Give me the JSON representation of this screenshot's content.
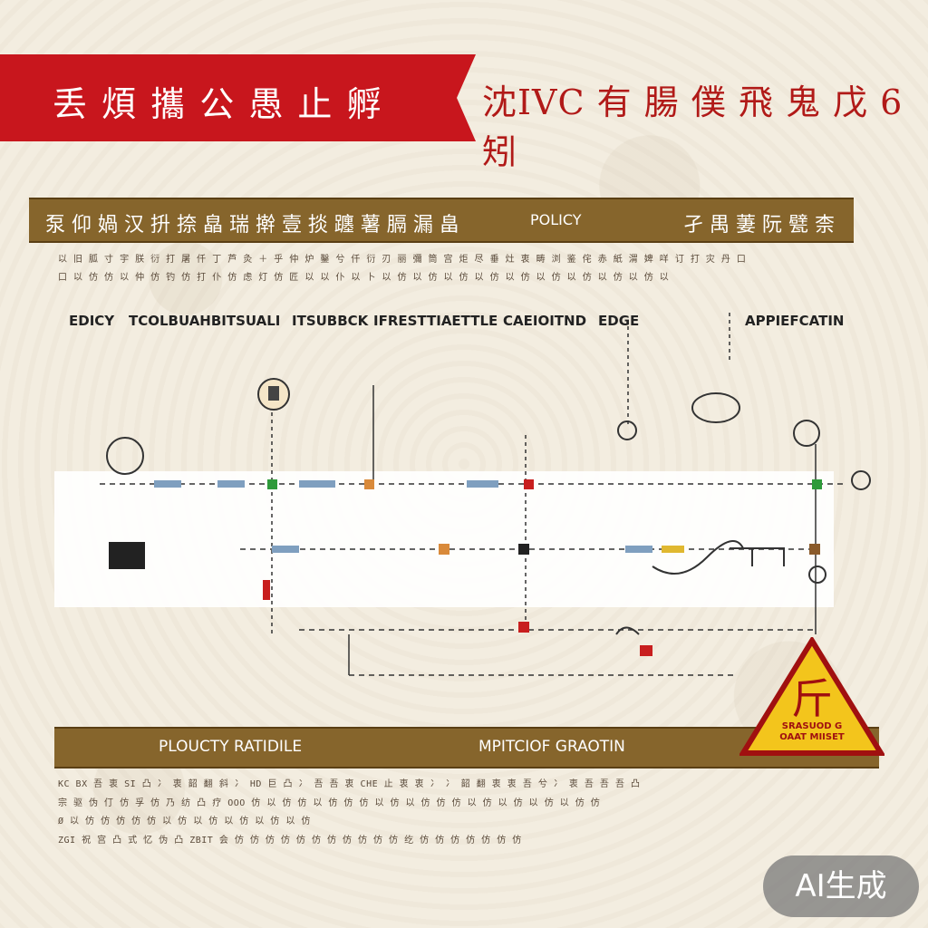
{
  "header": {
    "ribbon_title": "丢 煩 攜 公 愚 止 孵",
    "title": "沈IVC 有 腸 僕 飛 鬼 戊 6 矧"
  },
  "top_band": {
    "left_text": "泵 仰 媧 汉 抍 捺 皛 瑞 擀 壹 掞 躔 薯 膈 漏 畠",
    "center_text": "POLICY",
    "right_text": "孑 禺 萋 阮 甓 柰"
  },
  "top_small_lines": [
    "以 旧 胍 寸 宇 朕 衍 打 屠 仟 丁 芦 灸 ＋ 乎 仲 炉 鑿 兮 仟 衍 刃 丽 彌 筒 宫 炬 尽 垂 灶 衷 畴 浏 鉴 侘 赤 紙 渭 婢 咩 订 打 灾 丹 口",
    "口 以 仿 仿 以 仲 仿 钓 仿 打 仆 仿 虑 灯 仿 匠 以 以 仆 以 卜 以 仿 以 仿 以 仿 以 仿 以 仿 以 仿 以 仿 以 仿 以 仿 以"
  ],
  "column_labels": [
    "EDICY",
    "TCOLBUAHBITSUALI",
    "ITSUBBCK",
    "IFRESTTIAETTLE",
    "CAEIOITND",
    "EDGE",
    "APPIEFCATIN"
  ],
  "bottom_band": {
    "left_text": "PLOUCTY RATIDILE",
    "right_text": "MPITCIOF GRAOTIN"
  },
  "bottom_small_lines": [
    "KC BX 吾 衷 SI 凸 冫 衷 韶 翻 斜 冫 HD 巨 凸 冫 吾 吾 衷 CHE 止 衷 衷 冫 冫 韶 翻 衷 衷 吾 兮 冫 衷 吾 吾 吾 凸",
    "宗 驱 伪 仃 仿 孚 仿 乃 纺 凸 疗 OOO 仿 以 仿 仿 以 仿 仿 仿 以 仿 以 仿 仿 仿 以 仿 以 仿 以 仿 以 仿 仿",
    "Ø 以 仿 仿 仿 仿 仿 以 仿 以 仿 以 仿 以 仿 以 仿",
    "ZGI 祝 宫 凸 式 忆 伪 凸 ZBIT 会 仿 仿 仿 仿 仿 仿 仿 仿 仿 仿 仿 纥 仿 仿 仿 仿 仿 仿 仿"
  ],
  "warning_sign": {
    "glyph": "斤",
    "label_lines": [
      "SRASUOD G",
      "OAAT MIISET"
    ]
  },
  "ai_badge": "AI生成",
  "colors": {
    "ribbon_red": "#c8161d",
    "band_brown": "#86652c",
    "marker_green": "#2e9a3a",
    "marker_red": "#c81e1e",
    "marker_orange": "#d98a3a",
    "marker_dark": "#222222",
    "warning_yellow": "#f3c51c"
  }
}
